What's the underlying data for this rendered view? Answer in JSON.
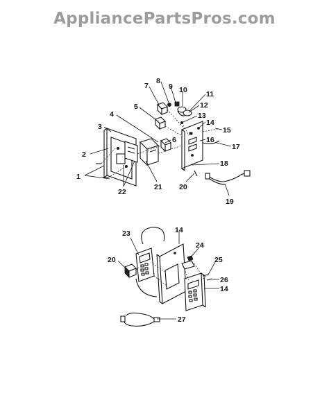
{
  "watermark": {
    "text": "AppliancePartsPros.com",
    "color": "#9c9c9c"
  },
  "diagram": {
    "callouts_upper": [
      "1",
      "2",
      "3",
      "4",
      "5",
      "6",
      "7",
      "8",
      "9",
      "10",
      "11",
      "12",
      "13",
      "14",
      "15",
      "16",
      "17",
      "18",
      "19",
      "20",
      "21",
      "22"
    ],
    "callouts_lower": [
      "23",
      "20",
      "14",
      "24",
      "25",
      "26",
      "14",
      "27"
    ]
  }
}
